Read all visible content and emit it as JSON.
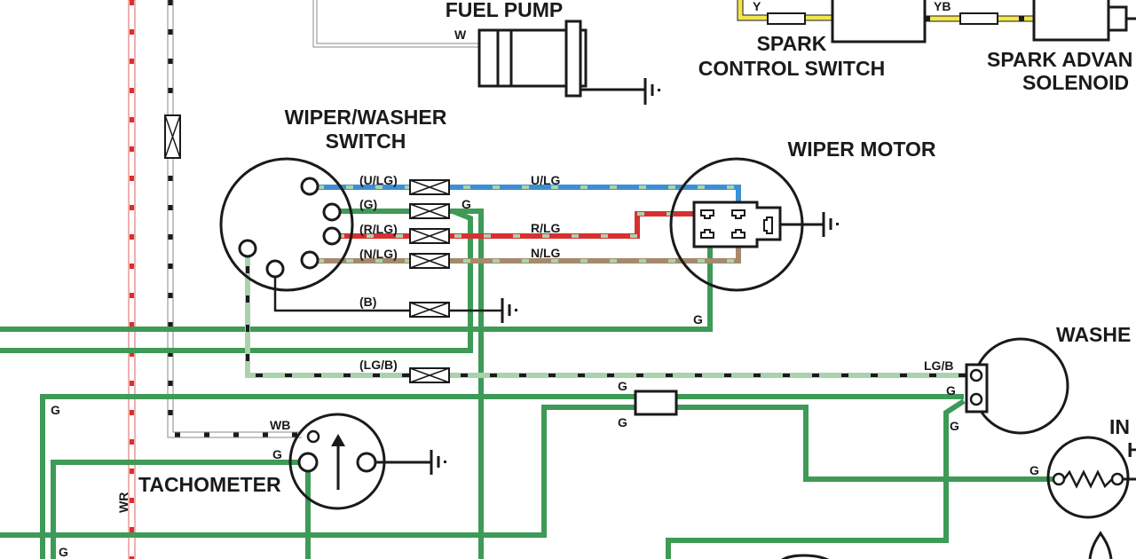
{
  "diagram": {
    "colors": {
      "green": "#3e9a57",
      "light_green": "#a9d3ac",
      "blue": "#3d8fd1",
      "red": "#d63031",
      "brown": "#a58a6c",
      "yellow": "#f2e64a",
      "black": "#1a1a1a",
      "white_wire_outline": "#888888",
      "red_outline": "#e06060"
    },
    "components": {
      "fuel_pump": {
        "title": "FUEL PUMP",
        "wire": "W"
      },
      "spark_control_switch": {
        "title_line1": "SPARK",
        "title_line2": "CONTROL SWITCH",
        "wire_in": "Y",
        "wire_out": "YB"
      },
      "spark_advance_solenoid": {
        "title_line1": "SPARK ADVAN",
        "title_line2": "SOLENOID"
      },
      "wiper_washer_switch": {
        "title_line1": "WIPER/WASHER",
        "title_line2": "SWITCH",
        "wires": [
          "(U/LG)",
          "(G)",
          "(R/LG)",
          "(N/LG)",
          "(B)",
          "(LG/B)"
        ]
      },
      "wiper_motor": {
        "title": "WIPER MOTOR",
        "wires": [
          "U/LG",
          "R/LG",
          "N/LG",
          "G"
        ]
      },
      "washer": {
        "title": "WASHE",
        "wires": [
          "LG/B",
          "G",
          "G"
        ]
      },
      "tachometer": {
        "title": "TACHOMETER",
        "wires": [
          "WB",
          "G"
        ]
      },
      "inspection_heater": {
        "title_line1": "IN",
        "title_line2": "H",
        "wire": "G"
      }
    },
    "wire_labels": {
      "g_junction": "G",
      "g_left": "G",
      "g_left_bottom": "G",
      "g_connector_top": "G",
      "g_connector_bottom": "G",
      "wr": "WR"
    }
  }
}
